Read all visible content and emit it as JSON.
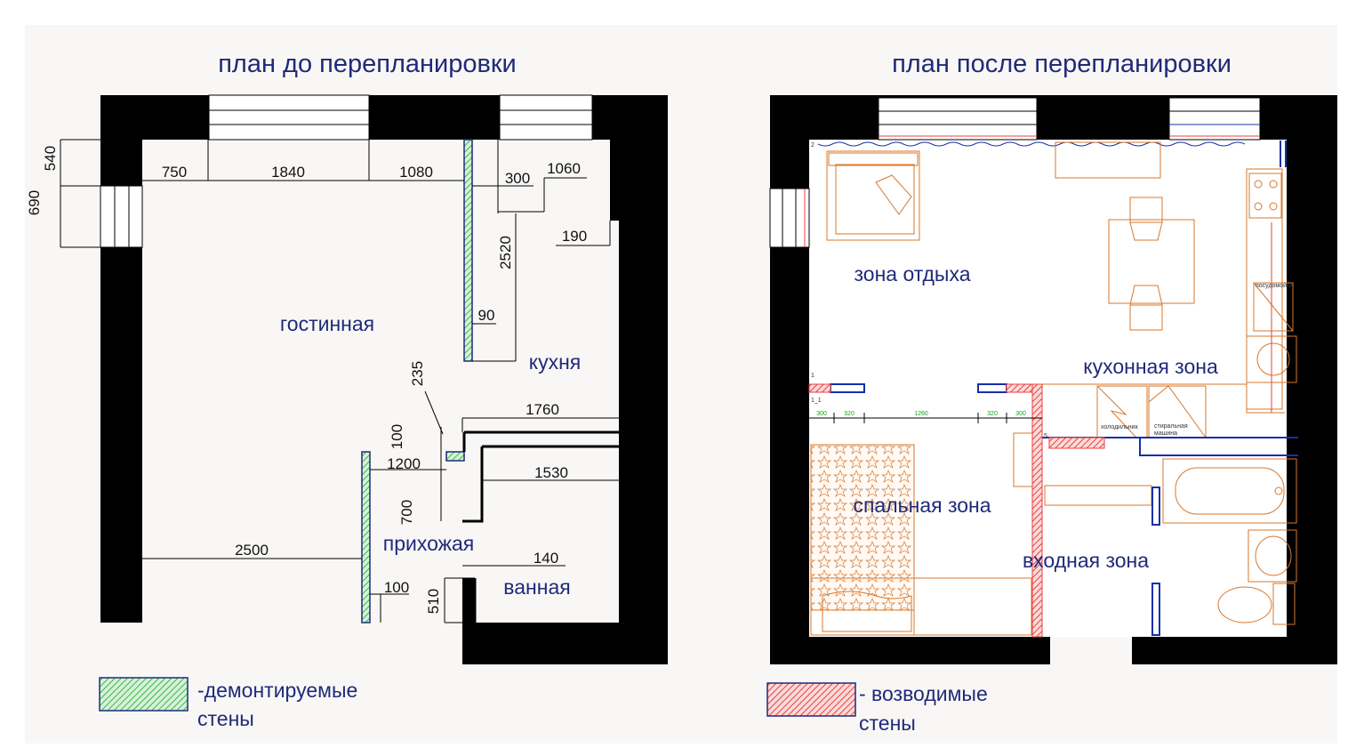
{
  "titles": {
    "before": "план до перепланировки",
    "after": "план после перепланировки"
  },
  "before_plan": {
    "rooms": {
      "living": "гостинная",
      "kitchen": "кухня",
      "hall": "прихожая",
      "bath": "ванная"
    },
    "dimensions": {
      "d750": "750",
      "d1840": "1840",
      "d1080": "1080",
      "d300": "300",
      "d1060": "1060",
      "d540": "540",
      "d690": "690",
      "d2520": "2520",
      "d190": "190",
      "d90": "90",
      "d235": "235",
      "d1760": "1760",
      "d100a": "100",
      "d1200": "1200",
      "d1530": "1530",
      "d700": "700",
      "d2500": "2500",
      "d140": "140",
      "d100b": "100",
      "d510": "510"
    }
  },
  "after_plan": {
    "zones": {
      "rest": "зона отдыха",
      "kitchen": "кухонная зона",
      "sleep": "спальная зона",
      "entrance": "входная зона"
    },
    "fixtures": {
      "dishwasher": "посудомойка",
      "fridge": "холодильник",
      "washer_line1": "стиральная",
      "washer_line2": "машина"
    },
    "dimensions": {
      "g300a": "300",
      "g320a": "320",
      "g1260": "1260",
      "g320b": "320",
      "g300b": "300"
    },
    "markers": {
      "m2": "2",
      "m1": "1",
      "m11": "1_1",
      "m5": "5"
    }
  },
  "legend": {
    "demolished_line1": "-демонтируемые",
    "demolished_line2": "стены",
    "erected_line1": "- возводимые",
    "erected_line2": "стены"
  },
  "colors": {
    "wall": "#000000",
    "title_text": "#1f2a7a",
    "demolished_fill": "#3cb54a",
    "erected_fill": "#e84040",
    "furniture": "#d9772a",
    "new_partition": "#1730a8"
  }
}
